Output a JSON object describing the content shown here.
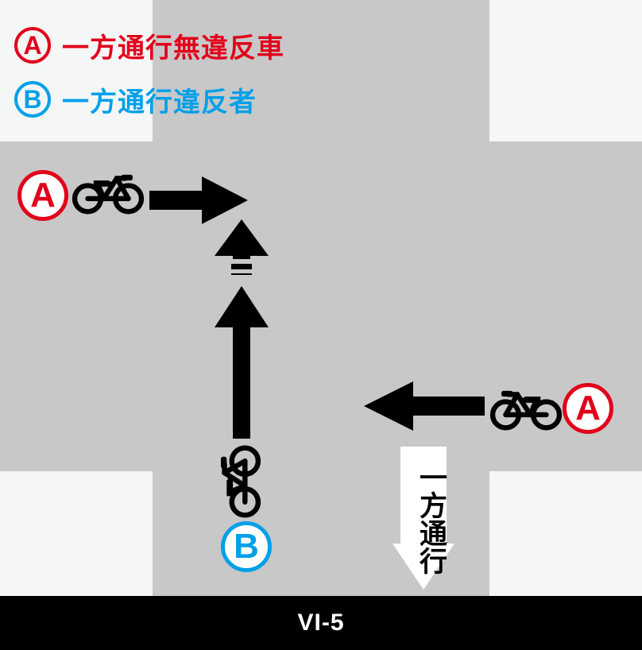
{
  "figure": {
    "id_label": "VI-5",
    "background_color": "#f5f6f6",
    "road_color": "#c8c8c8",
    "footer_color": "#000000"
  },
  "legend": {
    "items": [
      {
        "badge": "A",
        "label": "一方通行無違反車",
        "color": "#e2001a",
        "icon": "circle-a-icon"
      },
      {
        "badge": "B",
        "label": "一方通行違反者",
        "color": "#00a0e9",
        "icon": "circle-b-icon"
      }
    ]
  },
  "diagram": {
    "markers": [
      {
        "id": "marker-a-left",
        "letter": "A",
        "color": "#e2001a"
      },
      {
        "id": "marker-a-right",
        "letter": "A",
        "color": "#e2001a"
      },
      {
        "id": "marker-b",
        "letter": "B",
        "color": "#00a0e9"
      }
    ],
    "vehicles": [
      {
        "id": "bike-left",
        "icon": "bicycle-icon",
        "heading": "east"
      },
      {
        "id": "bike-right",
        "icon": "bicycle-icon",
        "heading": "west"
      },
      {
        "id": "bike-up",
        "icon": "bicycle-icon",
        "heading": "north"
      }
    ],
    "arrows": [
      {
        "id": "arrow-right",
        "icon": "arrow-right-icon",
        "direction": "east",
        "color": "#000000"
      },
      {
        "id": "arrow-left",
        "icon": "arrow-left-icon",
        "direction": "west",
        "color": "#000000"
      },
      {
        "id": "arrow-up-head",
        "icon": "arrow-up-icon",
        "direction": "north",
        "color": "#000000"
      },
      {
        "id": "arrow-up-full",
        "icon": "arrow-up-icon",
        "direction": "north",
        "color": "#000000"
      }
    ],
    "oneway_sign": {
      "icon": "arrow-down-icon",
      "text": "一方通行",
      "fill": "#ffffff",
      "text_color": "#000000",
      "direction": "south"
    }
  }
}
